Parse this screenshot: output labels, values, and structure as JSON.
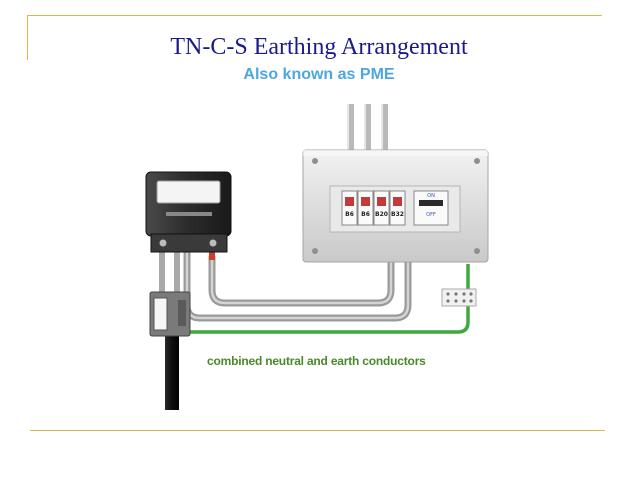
{
  "slide": {
    "title": "TN-C-S Earthing Arrangement",
    "subtitle": "Also known as PME",
    "caption": "combined neutral and earth conductors"
  },
  "consumer_unit": {
    "breakers": [
      "B6",
      "B6",
      "B20",
      "B32"
    ],
    "main_switch": {
      "on_label": "ON",
      "off_label": "OFF"
    }
  },
  "colors": {
    "title": "#1a1a8c",
    "subtitle": "#4da6e0",
    "caption": "#4a8a2a",
    "earth_conductor": "#3fa83f",
    "frame": "#d8b84a"
  }
}
